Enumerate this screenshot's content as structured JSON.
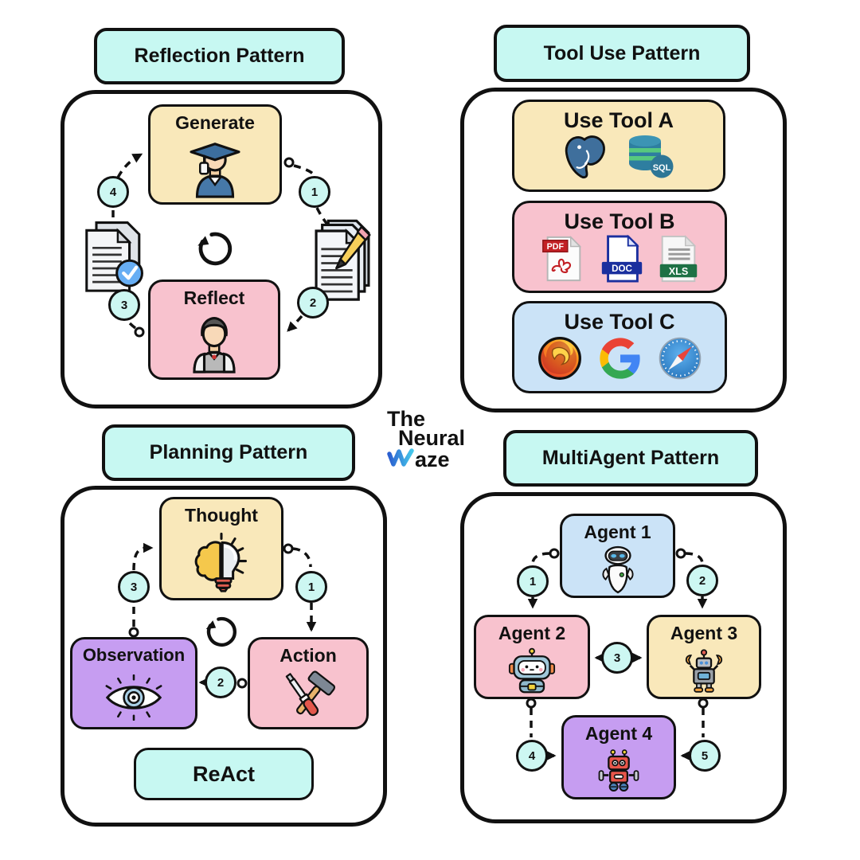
{
  "logo": {
    "line1": "The",
    "line2": "Neural",
    "line3_suffix": "aze",
    "wave_icon": "wave-m-icon"
  },
  "colors": {
    "title_pill": "#c7f8f2",
    "step_circle": "#cdf7f2",
    "yellow": "#f9e8ba",
    "pink": "#f8c2ce",
    "blue": "#cbe3f7",
    "purple": "#c69df1",
    "border": "#111111"
  },
  "reflection": {
    "title": "Reflection Pattern",
    "generate_label": "Generate",
    "generate_icon": "graduate-student-icon",
    "reflect_label": "Reflect",
    "reflect_icon": "reviewer-person-icon",
    "center_icon": "cycle-arrow-icon",
    "side_icons": [
      "documents-approved-icon",
      "documents-edit-icon"
    ],
    "steps": [
      "1",
      "2",
      "3",
      "4"
    ]
  },
  "tool_use": {
    "title": "Tool Use Pattern",
    "tool_a_label": "Use Tool A",
    "tool_a_icons": [
      "postgresql-icon",
      "sql-database-icon"
    ],
    "tool_b_label": "Use Tool B",
    "tool_b_icons": [
      "pdf-file-icon",
      "doc-file-icon",
      "xls-file-icon"
    ],
    "tool_c_label": "Use Tool C",
    "tool_c_icons": [
      "firefox-icon",
      "google-icon",
      "safari-icon"
    ],
    "sql_badge": "SQL",
    "pdf_badge": "PDF",
    "doc_badge": "DOC",
    "xls_badge": "XLS"
  },
  "planning": {
    "title": "Planning Pattern",
    "thought_label": "Thought",
    "thought_icon": "brain-bulb-icon",
    "observation_label": "Observation",
    "observation_icon": "eye-icon",
    "action_label": "Action",
    "action_icon": "hammer-screwdriver-icon",
    "react_label": "ReAct",
    "center_icon": "cycle-arrow-icon",
    "steps": [
      "1",
      "2",
      "3"
    ]
  },
  "multiagent": {
    "title": "MultiAgent Pattern",
    "agents": [
      {
        "label": "Agent 1",
        "icon": "eve-robot-icon"
      },
      {
        "label": "Agent 2",
        "icon": "cute-robot-icon"
      },
      {
        "label": "Agent 3",
        "icon": "claw-robot-icon"
      },
      {
        "label": "Agent 4",
        "icon": "red-robot-icon"
      }
    ],
    "steps": [
      "1",
      "2",
      "3",
      "4",
      "5"
    ]
  }
}
